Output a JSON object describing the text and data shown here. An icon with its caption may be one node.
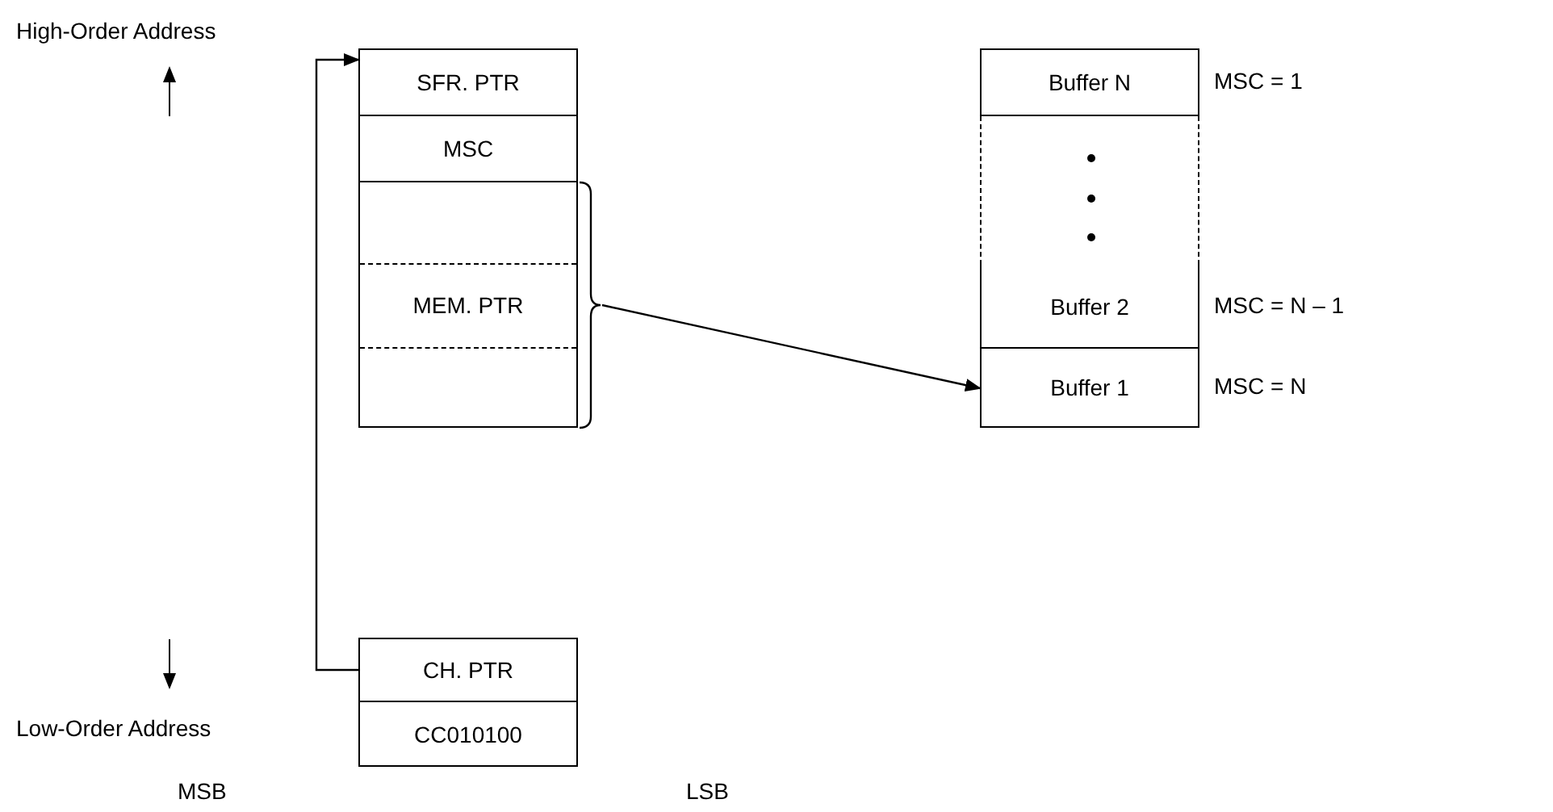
{
  "diagram": {
    "nodes": [
      {
        "text": [
          "SFR. PTR"
        ]
      },
      {
        "text": [
          "MSC"
        ]
      },
      {
        "text": [
          "MEM. PTR"
        ]
      },
      {
        "text": [
          "Buffer N"
        ],
        "beside": [
          "MSC = 1"
        ]
      },
      {
        "text": [],
        "shape": "box"
      },
      {
        "text": [
          "Buffer 2"
        ],
        "beside": [
          "MSC = N – 1"
        ]
      },
      {
        "text": [
          "Buffer 1"
        ],
        "beside": [
          "MSC = N"
        ]
      },
      {
        "text": [
          "CH. PTR"
        ]
      },
      {
        "text": [
          "CC010100"
        ]
      }
    ],
    "edges": [
      {
        "from": 7,
        "to": 0,
        "arrow": "to"
      },
      {
        "from": 2,
        "to": 6,
        "arrow": "to"
      }
    ],
    "labels": [
      "High-Order Address",
      "Low-Order Address",
      "MSB",
      "LSB"
    ]
  }
}
